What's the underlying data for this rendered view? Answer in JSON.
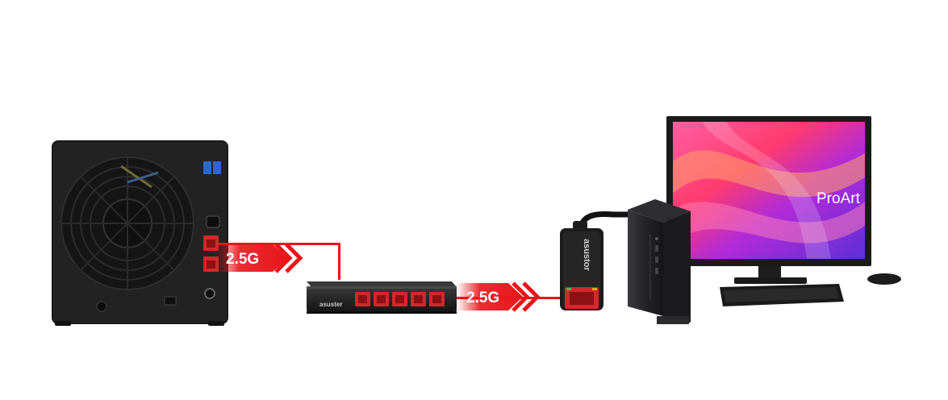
{
  "links": [
    {
      "speed_label": "2.5G"
    },
    {
      "speed_label": "2.5G"
    }
  ],
  "switch": {
    "brand": "asuster"
  },
  "adapter": {
    "brand": "asustor"
  },
  "monitor": {
    "brand": "ProArt"
  },
  "colors": {
    "link_red": "#e8151b",
    "device_black": "#1c1c1c",
    "port_red": "#d6262b",
    "led_green": "#37c24b"
  }
}
